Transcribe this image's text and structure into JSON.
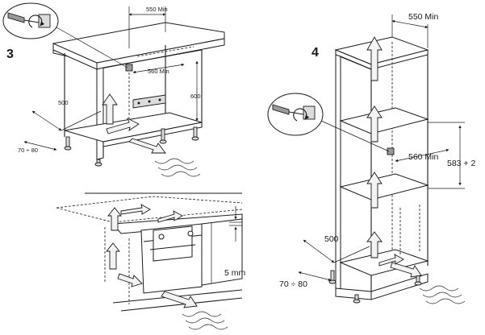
{
  "step_numbers": {
    "left": "3",
    "right": "4"
  },
  "left_cabinet": {
    "dim_width_top": "550 Min",
    "dim_inner_depth": "560 Min",
    "dim_height": "600",
    "dim_depth": "500",
    "dim_plinth": "70 ÷ 80"
  },
  "built_in_detail": {
    "dim_gap": "5 mm"
  },
  "tall_cabinet": {
    "dim_width_top": "550 Min",
    "dim_inner_depth": "560 Min",
    "dim_opening": "583 + 2",
    "dim_depth": "500",
    "dim_plinth": "70 ÷ 80"
  }
}
